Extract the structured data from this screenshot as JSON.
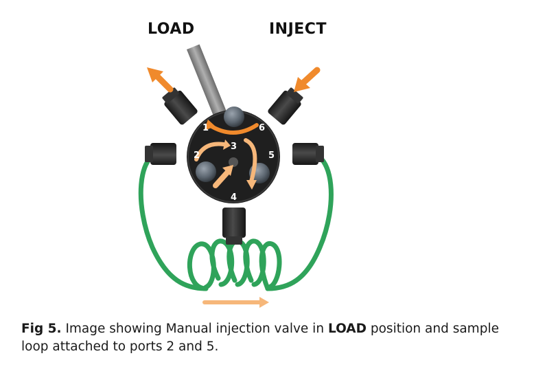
{
  "labels": {
    "load": "LOAD",
    "inject": "INJECT"
  },
  "ports": [
    "1",
    "2",
    "3",
    "4",
    "5",
    "6"
  ],
  "caption": {
    "fig": "Fig 5.",
    "text_before": " Image showing Manual injection valve in ",
    "position": "LOAD",
    "text_after": " position and sample loop attached to ports 2 and 5."
  },
  "colors": {
    "valve_body": "#222222",
    "fitting": "#2a2a2a",
    "orange_arrow": "#f08a2c",
    "flow_arrow": "#f6b77a",
    "loop": "#2fa35a",
    "needle": "#8c8c8c"
  }
}
